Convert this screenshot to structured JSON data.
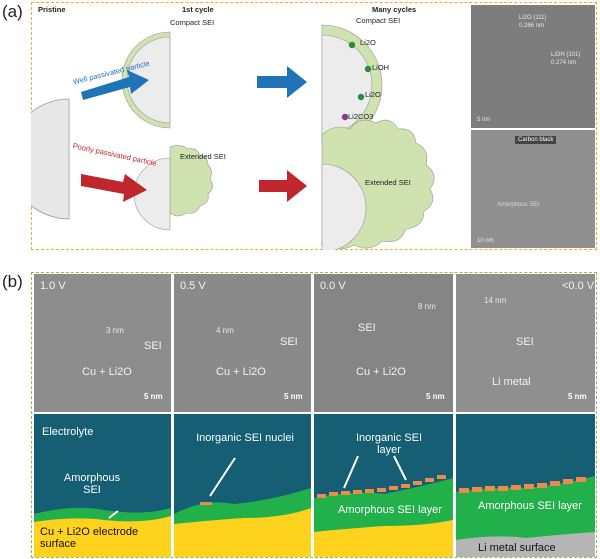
{
  "panel_a": {
    "letter": "(a)",
    "headers": {
      "pristine": "Pristine",
      "first_cycle": "1st cycle",
      "many_cycles": "Many cycles"
    },
    "well_label": "Well passivated particle",
    "poor_label": "Poorly passivated particle",
    "compact_sei": "Compact SEI",
    "extended_sei": "Extended SEI",
    "species": [
      "Li2O",
      "LiOH",
      "Li2O",
      "Li2CO3"
    ],
    "tem_top": {
      "label1": "Li2O (111)",
      "d1": "0.266 nm",
      "label2": "LiOH (101)",
      "d2": "0.274 nm",
      "scale": "5 nm"
    },
    "tem_bottom": {
      "carbon": "Carbon black",
      "amorph": "Amorphous SEI",
      "scale": "10 nm"
    },
    "colors": {
      "sei": "#cfe2b0",
      "particle": "#e8e8e8",
      "blue_arrow": "#1f73b7",
      "red_arrow": "#c0272d",
      "li2o_dot": "#2e8b3d",
      "li2co3_dot": "#8b3a8f"
    }
  },
  "panel_b": {
    "letter": "(b)",
    "tem": [
      {
        "voltage": "1.0 V",
        "thickness": "3 nm",
        "sei": "SEI",
        "base": "Cu + Li2O",
        "scale": "5 nm"
      },
      {
        "voltage": "0.5 V",
        "thickness": "4 nm",
        "sei": "SEI",
        "base": "Cu + Li2O",
        "scale": "5 nm"
      },
      {
        "voltage": "0.0 V",
        "thickness": "8 nm",
        "sei": "SEI",
        "base": "Cu + Li2O",
        "scale": "5 nm"
      },
      {
        "voltage": "<0.0 V",
        "thickness": "14 nm",
        "sei": "SEI",
        "base": "Li metal",
        "scale": "5 nm"
      }
    ],
    "cartoons": [
      {
        "top": "Electrolyte",
        "mid": "Amorphous SEI",
        "bottom": "Cu + Li2O electrode surface"
      },
      {
        "top": "Inorganic SEI nuclei"
      },
      {
        "top": "Inorganic SEI layer",
        "mid": "Amorphous SEI layer"
      },
      {
        "mid": "Amorphous SEI layer",
        "bottom": "Li metal surface"
      }
    ],
    "colors": {
      "electrolyte": "#155e73",
      "sei_green": "#22b04b",
      "electrode": "#ffd21e",
      "li_metal": "#b5b5b5",
      "inorganic": "#f08a4b"
    }
  }
}
